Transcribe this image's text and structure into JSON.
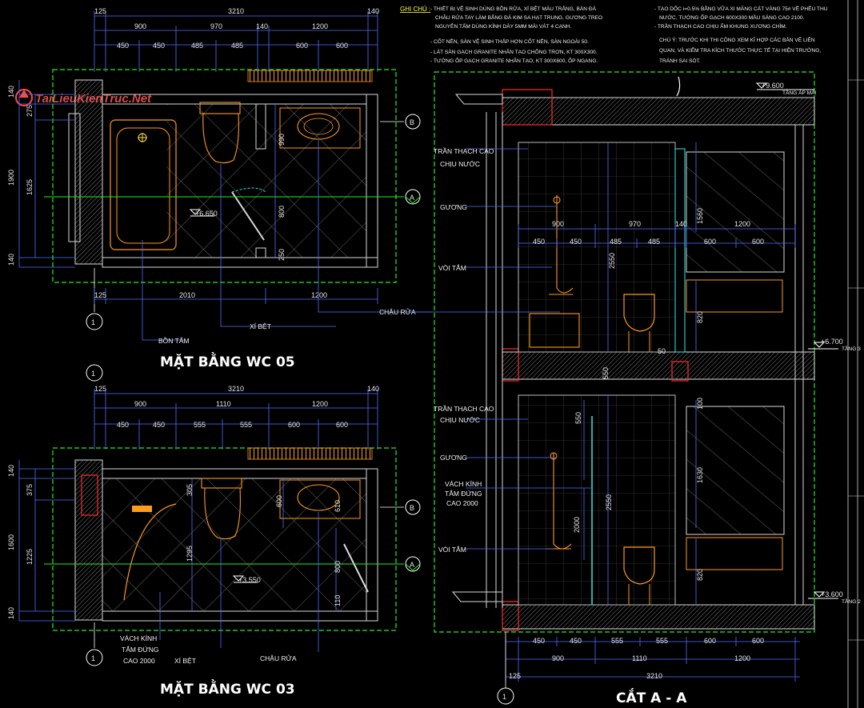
{
  "watermark": "TaiLieuKienTruc.Net",
  "notes": {
    "heading": "GHI CHÚ :",
    "left": [
      "- THIẾT BỊ VỆ SINH DÙNG BỒN RỬA, XÍ BỆT MÀU TRẮNG, BÀN ĐÁ",
      "CHÂU RỬA TAY LÀM BẰNG ĐÁ KIM SA HẠT TRUNG. GƯƠNG TREO",
      "NGUYÊN TẤM DÙNG KÍNH DÀY 5MM MÀI VÁT 4 CẠNH.",
      "- CỐT NỀN, SÀN VỆ SINH THẤP HƠN CỐT NỀN, SÀN NGOÀI 50.",
      "- LÁT SÀN GẠCH GRANITE NHÂN TẠO CHỐNG TRƠN, KT 300X300.",
      "- TƯỜNG ỐP GẠCH GRANITE NHÂN TẠO, KT 300X600, ỐP NGANG."
    ],
    "right": [
      "- TẠO DỐC i=0.5% BẰNG VỮA XI MĂNG CÁT VÀNG 75# VỀ PHỄU THU",
      "NƯỚC. TƯỜNG ỐP GẠCH 600X300 MẦU SÁNG CAO 2100.",
      "- TRẦN THẠCH CAO CHỊU ẨM KHUNG XƯƠNG CHÌM.",
      "CHÚ Ý: TRƯỚC KHI THI CÔNG XEM KĨ HỢP CÁC BẢN VẼ LIÊN",
      "QUAN, VÀ KIỂM TRA KÍCH THƯỚC THỰC TẾ TẠI HIỆN TRƯỜNG,",
      "TRÁNH SAI SÓT."
    ]
  },
  "plan05": {
    "title": "MẶT BẰNG WC 05",
    "dims_top_total": [
      "125",
      "3210",
      "140"
    ],
    "dims_top_mid": [
      "900",
      "970",
      "140",
      "1200"
    ],
    "dims_top_fine": [
      "450",
      "450",
      "485",
      "485",
      "600",
      "600"
    ],
    "dims_left": [
      "140",
      "275",
      "1900",
      "1625",
      "140"
    ],
    "dims_bottom": [
      "125",
      "2010",
      "1200"
    ],
    "dims_inner": [
      "990",
      "800",
      "250"
    ],
    "level": "+6.650",
    "labels": {
      "basin": "CHẬU RỬA",
      "toilet": "XÍ BỆT",
      "tub": "BỒN TẮM"
    },
    "axis_b": "B",
    "axis_a": "A",
    "axis_1": "1"
  },
  "plan03": {
    "title": "MẶT BẰNG WC 03",
    "dims_top_total": [
      "125",
      "3210",
      "140"
    ],
    "dims_top_mid": [
      "900",
      "1110",
      "1200"
    ],
    "dims_top_fine": [
      "450",
      "450",
      "555",
      "555",
      "600",
      "600"
    ],
    "dims_left": [
      "140",
      "375",
      "1600",
      "1225",
      "140"
    ],
    "dims_inner": [
      "305",
      "1295",
      "600",
      "610",
      "800",
      "110"
    ],
    "level": "+3.550",
    "labels": {
      "glass": "VÁCH KÍNH\nTẮM ĐỨNG\nCAO 2000",
      "toilet": "XÍ BỆT",
      "basin": "CHẬU RỬA"
    },
    "axis_b": "B",
    "axis_a": "A",
    "axis_1": "1"
  },
  "section": {
    "title": "CẮT A - A",
    "roof_level": "+9.600",
    "roof_label": "TẦNG ÁP MÁI",
    "floor3_level": "+6.700",
    "floor3_label": "TẦNG 3",
    "floor2_level": "+3.600",
    "floor2_label": "TẦNG 2",
    "upper_labels": [
      "TRẦN THẠCH CAO",
      "CHỊU NƯỚC",
      "GƯƠNG",
      "VÒI TẮM"
    ],
    "lower_labels": [
      "TRẦN THẠCH CAO",
      "CHỊU NƯỚC",
      "GƯƠNG",
      "VÁCH KÍNH",
      "TẮM ĐỨNG",
      "CAO 2000",
      "VÒI TẮM"
    ],
    "upper_dims": [
      "900",
      "970",
      "140",
      "1200"
    ],
    "upper_fine": [
      "450",
      "450",
      "485",
      "485",
      "600",
      "600"
    ],
    "upper_vert": [
      "1560",
      "2550",
      "820",
      "50",
      "550"
    ],
    "lower_vert": [
      "550",
      "1630",
      "2550",
      "2000",
      "820",
      "100"
    ],
    "bottom_fine": [
      "450",
      "450",
      "555",
      "555",
      "600",
      "600"
    ],
    "bottom_mid": [
      "900",
      "1110",
      "1200"
    ],
    "bottom_total": [
      "125",
      "3210"
    ],
    "axis_1": "1"
  },
  "colors": {
    "wall": "#d8d8d8",
    "green_frame": "#22ee22",
    "blue_dim": "#4f6dff",
    "orange_fixture": "#ff9a1a",
    "red_edge": "#ff2a2a",
    "cyan": "#36e8e8"
  }
}
